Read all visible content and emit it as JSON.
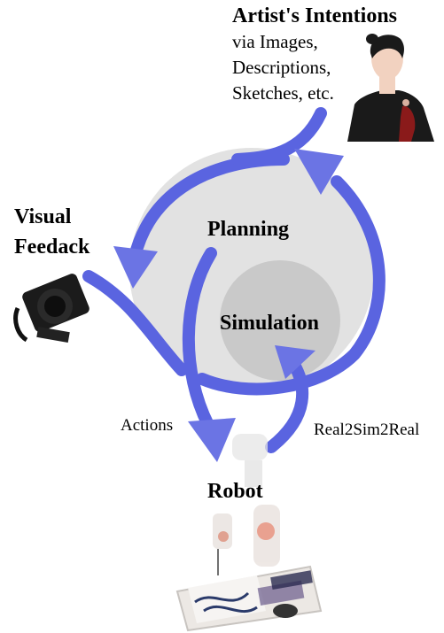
{
  "artist": {
    "title": "Artist's Intentions",
    "lines": [
      "via Images,",
      "Descriptions,",
      "Sketches, etc."
    ]
  },
  "visual_feedback": {
    "line1": "Visual",
    "line2": "Feedack"
  },
  "planning_label": "Planning",
  "simulation_label": "Simulation",
  "actions_label": "Actions",
  "real2sim_label": "Real2Sim2Real",
  "robot_label": "Robot",
  "colors": {
    "arrow": "#5a64e0",
    "arrow_light": "#7880e6",
    "outer_circle": "#e2e2e2",
    "inner_circle": "#c8c8c8",
    "background": "#ffffff"
  },
  "icons": [
    "artist-illustration",
    "camera-icon",
    "robot-painting-photo"
  ]
}
